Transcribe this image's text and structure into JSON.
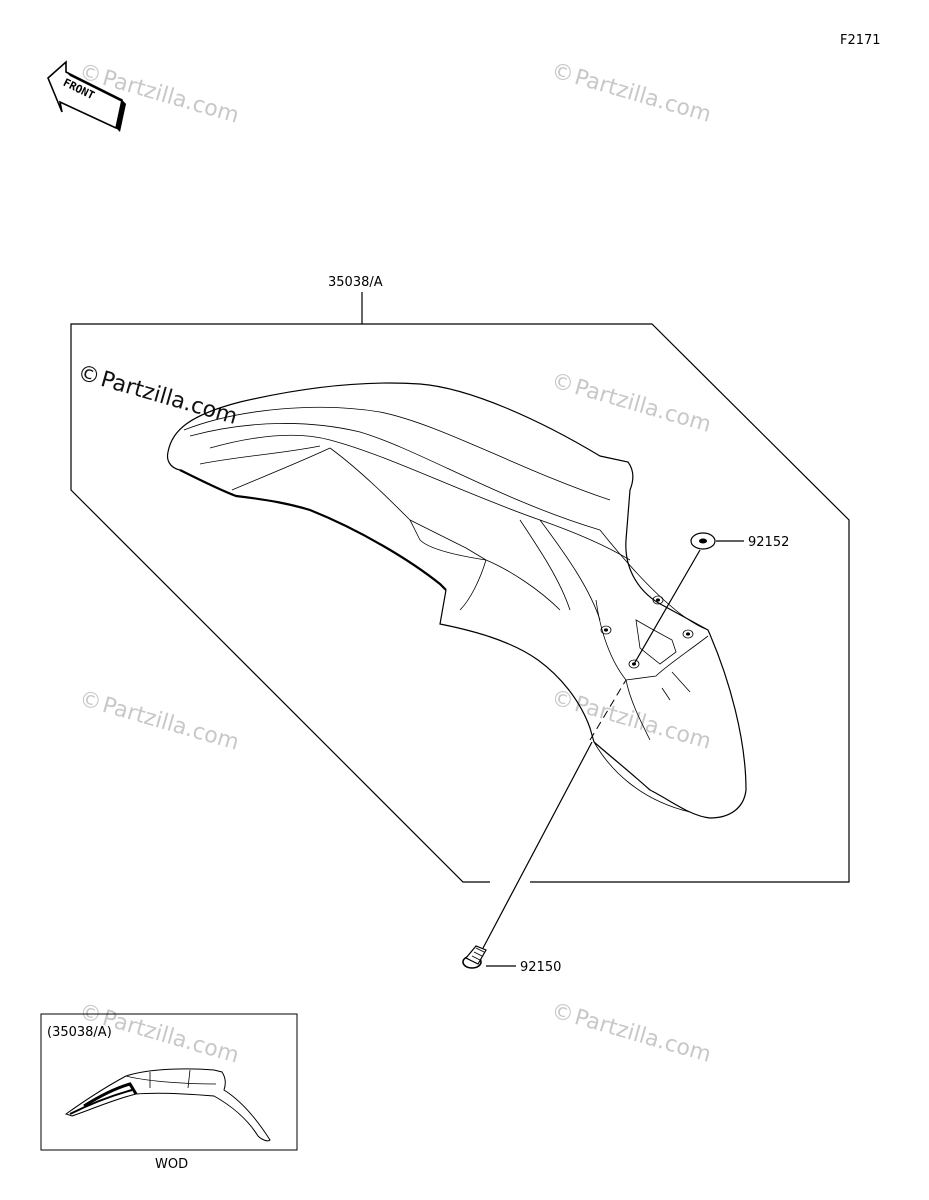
{
  "figure_code": "F2171",
  "front_arrow": {
    "label": "FRONT",
    "icon": "front-arrow-icon"
  },
  "watermark": {
    "text": "Partzilla.com",
    "symbol": "©"
  },
  "parts": [
    {
      "id": "assembly",
      "number": "35038/A"
    },
    {
      "id": "grommet",
      "number": "92152"
    },
    {
      "id": "bolt",
      "number": "92150"
    }
  ],
  "inset": {
    "label": "(35038/A)",
    "caption": "WOD"
  }
}
